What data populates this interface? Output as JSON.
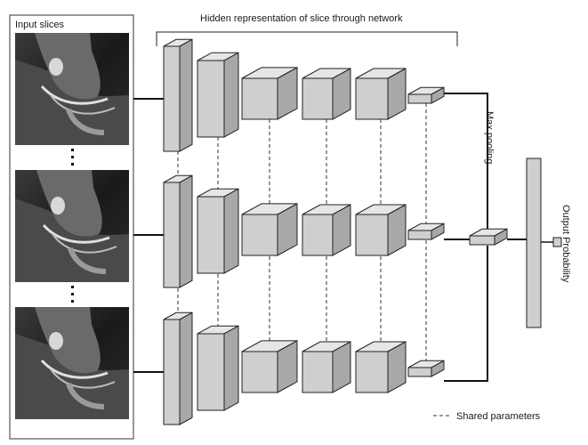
{
  "labels": {
    "input_slices": "Input slices",
    "hidden_representation": "Hidden representation of slice through network",
    "max_pooling": "Max pooling",
    "output_probability": "Output Probability",
    "shared_parameters": "Shared parameters"
  },
  "diagram": {
    "input_slice_count": 3,
    "rows_of_layers": 3,
    "layers_per_row": 6
  },
  "colors": {
    "box_front": "#cfcfcf",
    "box_top": "#e6e6e6",
    "box_side": "#a8a8a8",
    "stroke": "#222222",
    "background": "#ffffff"
  }
}
